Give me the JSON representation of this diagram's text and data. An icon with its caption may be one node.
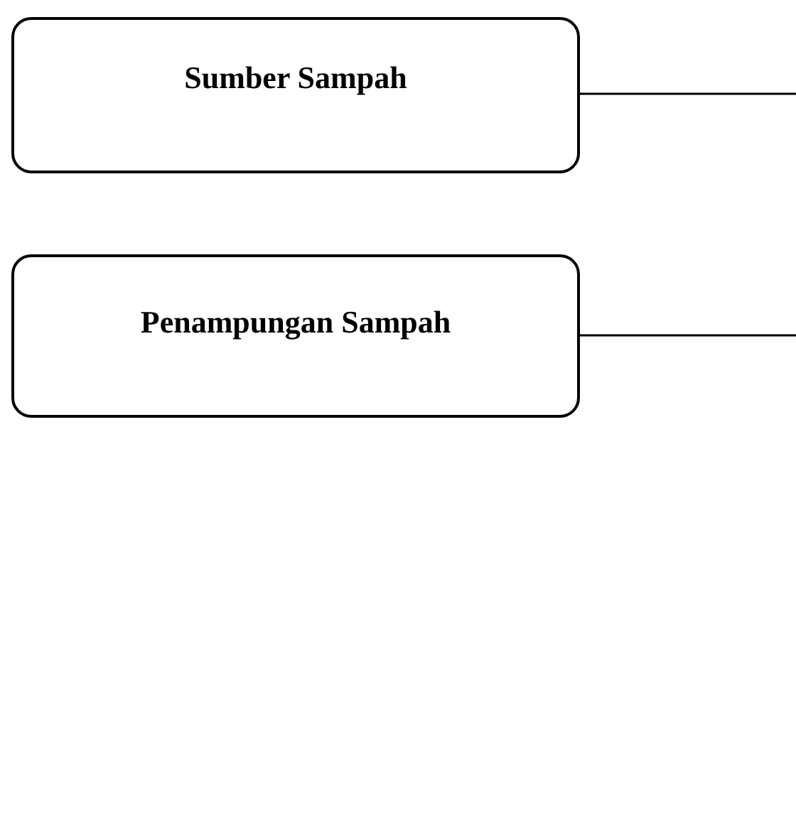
{
  "diagram": {
    "nodes": [
      {
        "text": [
          "Sumber Sampah"
        ]
      },
      {
        "text": [
          "Penampungan Sampah"
        ]
      }
    ],
    "edges": [
      {
        "from": 0,
        "to": null,
        "arrow": "none"
      },
      {
        "from": 1,
        "to": null,
        "arrow": "none"
      }
    ]
  }
}
